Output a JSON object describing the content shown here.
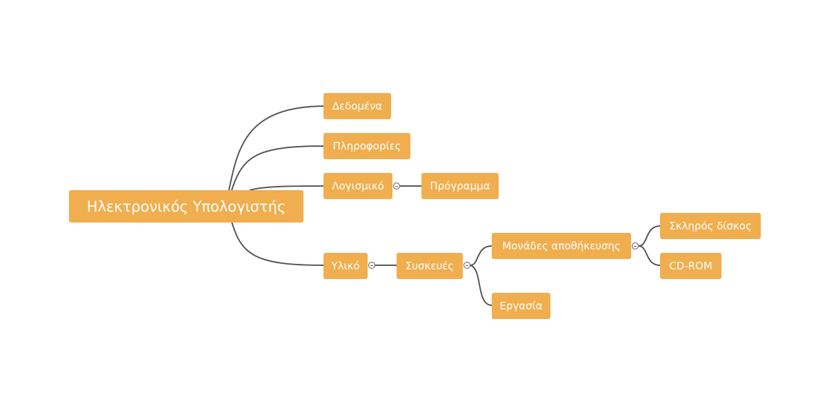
{
  "mindmap": {
    "root": "Ηλεκτρονικός Υπολογιστής",
    "nodes": {
      "dedomena": "Δεδομένα",
      "plirofories": "Πληροφορίες",
      "logismiko": "Λογισμικό",
      "programma": "Πρόγραμμα",
      "yliko": "Υλικό",
      "syskeues": "Συσκευές",
      "monades": "Μονάδες αποθήκευσης",
      "sklirosdiskos": "Σκληρός δίσκος",
      "cdrom": "CD-ROM",
      "ergasia": "Εργασία"
    }
  },
  "colors": {
    "node_fill": "#f0ae4e",
    "node_text": "#ffffff",
    "connector": "#555555",
    "background": "#ffffff"
  },
  "icons": {
    "collapse_toggle": "collapse-icon"
  }
}
